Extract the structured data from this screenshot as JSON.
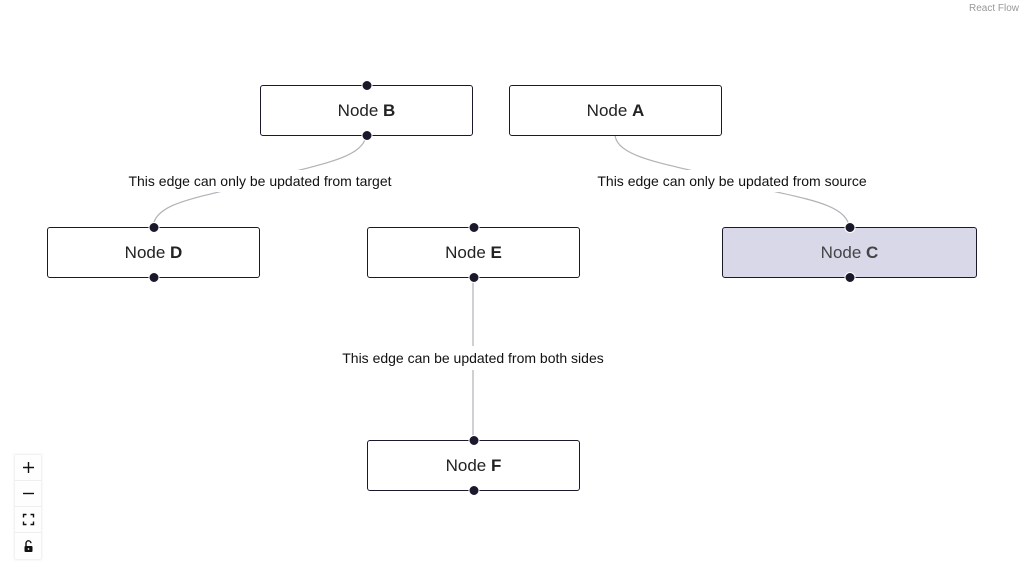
{
  "attribution": "React Flow",
  "nodes": [
    {
      "id": "B",
      "prefix": "Node ",
      "name": "B",
      "selected": false
    },
    {
      "id": "A",
      "prefix": "Node ",
      "name": "A",
      "selected": false
    },
    {
      "id": "D",
      "prefix": "Node ",
      "name": "D",
      "selected": false
    },
    {
      "id": "E",
      "prefix": "Node ",
      "name": "E",
      "selected": false
    },
    {
      "id": "C",
      "prefix": "Node ",
      "name": "C",
      "selected": true
    },
    {
      "id": "F",
      "prefix": "Node ",
      "name": "F",
      "selected": false
    }
  ],
  "edges": [
    {
      "from": "B",
      "to": "D",
      "label": "This edge can only be updated from target"
    },
    {
      "from": "A",
      "to": "C",
      "label": "This edge can only be updated from source"
    },
    {
      "from": "E",
      "to": "F",
      "label": "This edge can be updated from both sides"
    }
  ],
  "controls": [
    {
      "name": "zoom-in",
      "icon": "plus-icon"
    },
    {
      "name": "zoom-out",
      "icon": "minus-icon"
    },
    {
      "name": "fit-view",
      "icon": "fit-view-icon"
    },
    {
      "name": "toggle-interactivity",
      "icon": "unlock-icon"
    }
  ],
  "colors": {
    "node_border": "#1a192b",
    "handle": "#1a192b",
    "edge": "#b1b1b7",
    "selected_node_bg": "#d8d8e8"
  }
}
